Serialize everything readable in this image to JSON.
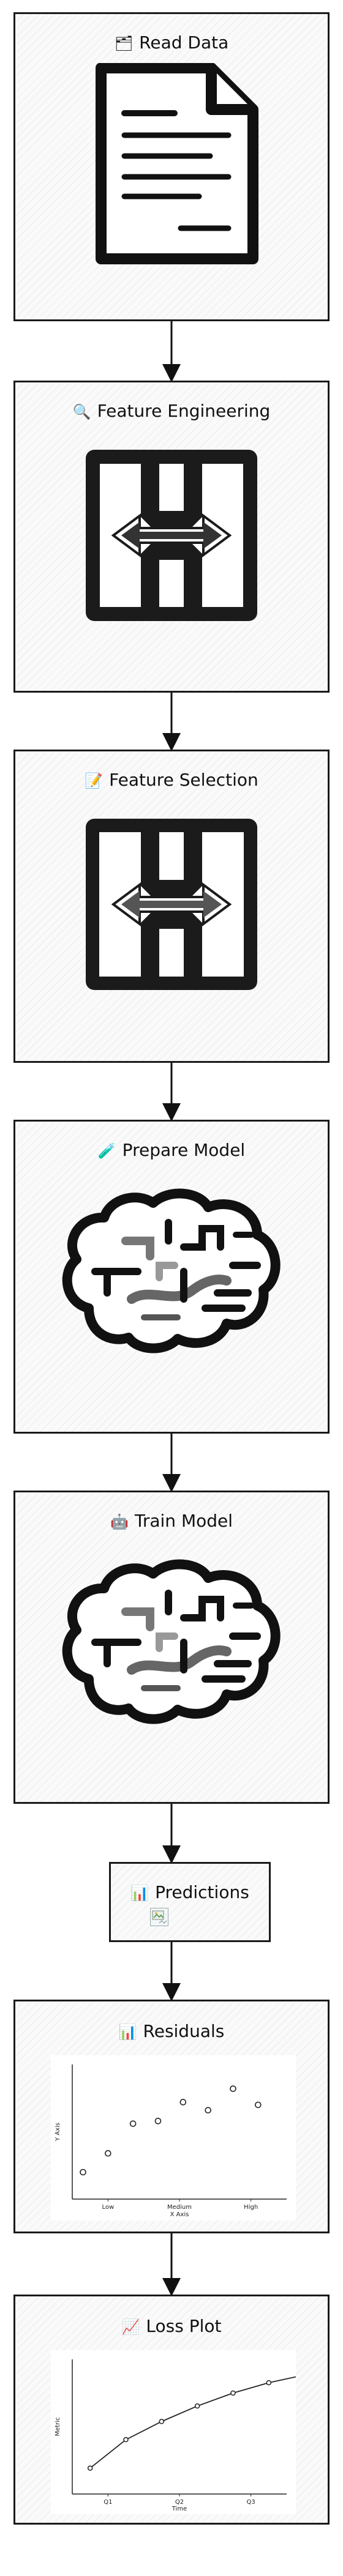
{
  "nodes": [
    {
      "id": "read-data",
      "emoji": "🗂",
      "label": "Read Data",
      "icon": "document-icon"
    },
    {
      "id": "feature-engineering",
      "emoji": "🔍",
      "label": "Feature Engineering",
      "icon": "transform-icon"
    },
    {
      "id": "feature-selection",
      "emoji": "📝",
      "label": "Feature Selection",
      "icon": "transform-icon"
    },
    {
      "id": "prepare-model",
      "emoji": "🧪",
      "label": "Prepare Model",
      "icon": "brain-icon"
    },
    {
      "id": "train-model",
      "emoji": "🤖",
      "label": "Train Model",
      "icon": "brain-icon"
    },
    {
      "id": "predictions",
      "emoji": "📊",
      "label": "Predictions",
      "icon": "broken-image-icon"
    },
    {
      "id": "residuals",
      "emoji": "📊",
      "label": "Residuals",
      "icon": "scatter-chart"
    },
    {
      "id": "loss-plot",
      "emoji": "📈",
      "label": "Loss Plot",
      "icon": "line-chart"
    }
  ],
  "chart_data": [
    {
      "type": "scatter",
      "title": "",
      "xlabel": "X Axis",
      "ylabel": "Y Axis",
      "categories": [
        "Low",
        "Medium",
        "High"
      ],
      "x": [
        0.15,
        0.5,
        0.85,
        1.2,
        1.55,
        1.9,
        2.25,
        2.6
      ],
      "y": [
        1.0,
        1.7,
        2.8,
        2.9,
        3.6,
        3.3,
        4.1,
        3.5
      ],
      "ylim": [
        0,
        5
      ]
    },
    {
      "type": "line",
      "title": "",
      "xlabel": "Time",
      "ylabel": "Metric",
      "categories": [
        "Q1",
        "Q2",
        "Q3"
      ],
      "x": [
        0,
        0.5,
        1,
        1.5,
        2,
        2.5,
        3
      ],
      "y": [
        1.0,
        2.1,
        2.8,
        3.4,
        3.9,
        4.3,
        4.6
      ],
      "ylim": [
        0,
        5.2
      ]
    }
  ]
}
